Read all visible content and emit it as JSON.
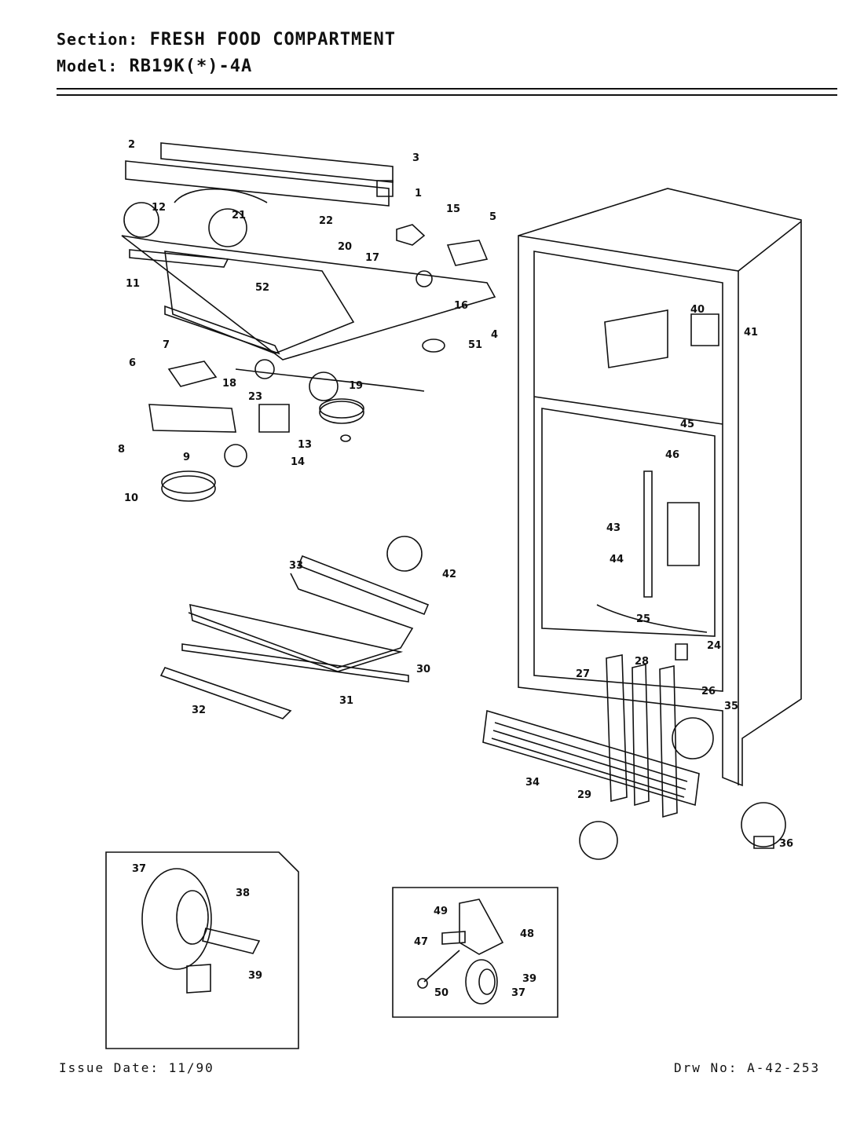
{
  "header": {
    "section_key": "Section:",
    "section_value": "FRESH FOOD COMPARTMENT",
    "model_key": "Model:",
    "model_value": "RB19K(*)-4A"
  },
  "footer": {
    "issue": "Issue Date: 11/90",
    "drawing": "Drw No: A-42-253"
  },
  "callouts": [
    "2",
    "3",
    "1",
    "15",
    "5",
    "12",
    "21",
    "22",
    "20",
    "17",
    "11",
    "52",
    "16",
    "4",
    "7",
    "51",
    "6",
    "18",
    "19",
    "23",
    "8",
    "13",
    "9",
    "14",
    "10",
    "40",
    "41",
    "45",
    "46",
    "43",
    "44",
    "25",
    "24",
    "28",
    "27",
    "26",
    "35",
    "34",
    "29",
    "36",
    "33",
    "42",
    "30",
    "31",
    "32",
    "37",
    "38",
    "39",
    "49",
    "48",
    "47",
    "39",
    "50",
    "37"
  ]
}
